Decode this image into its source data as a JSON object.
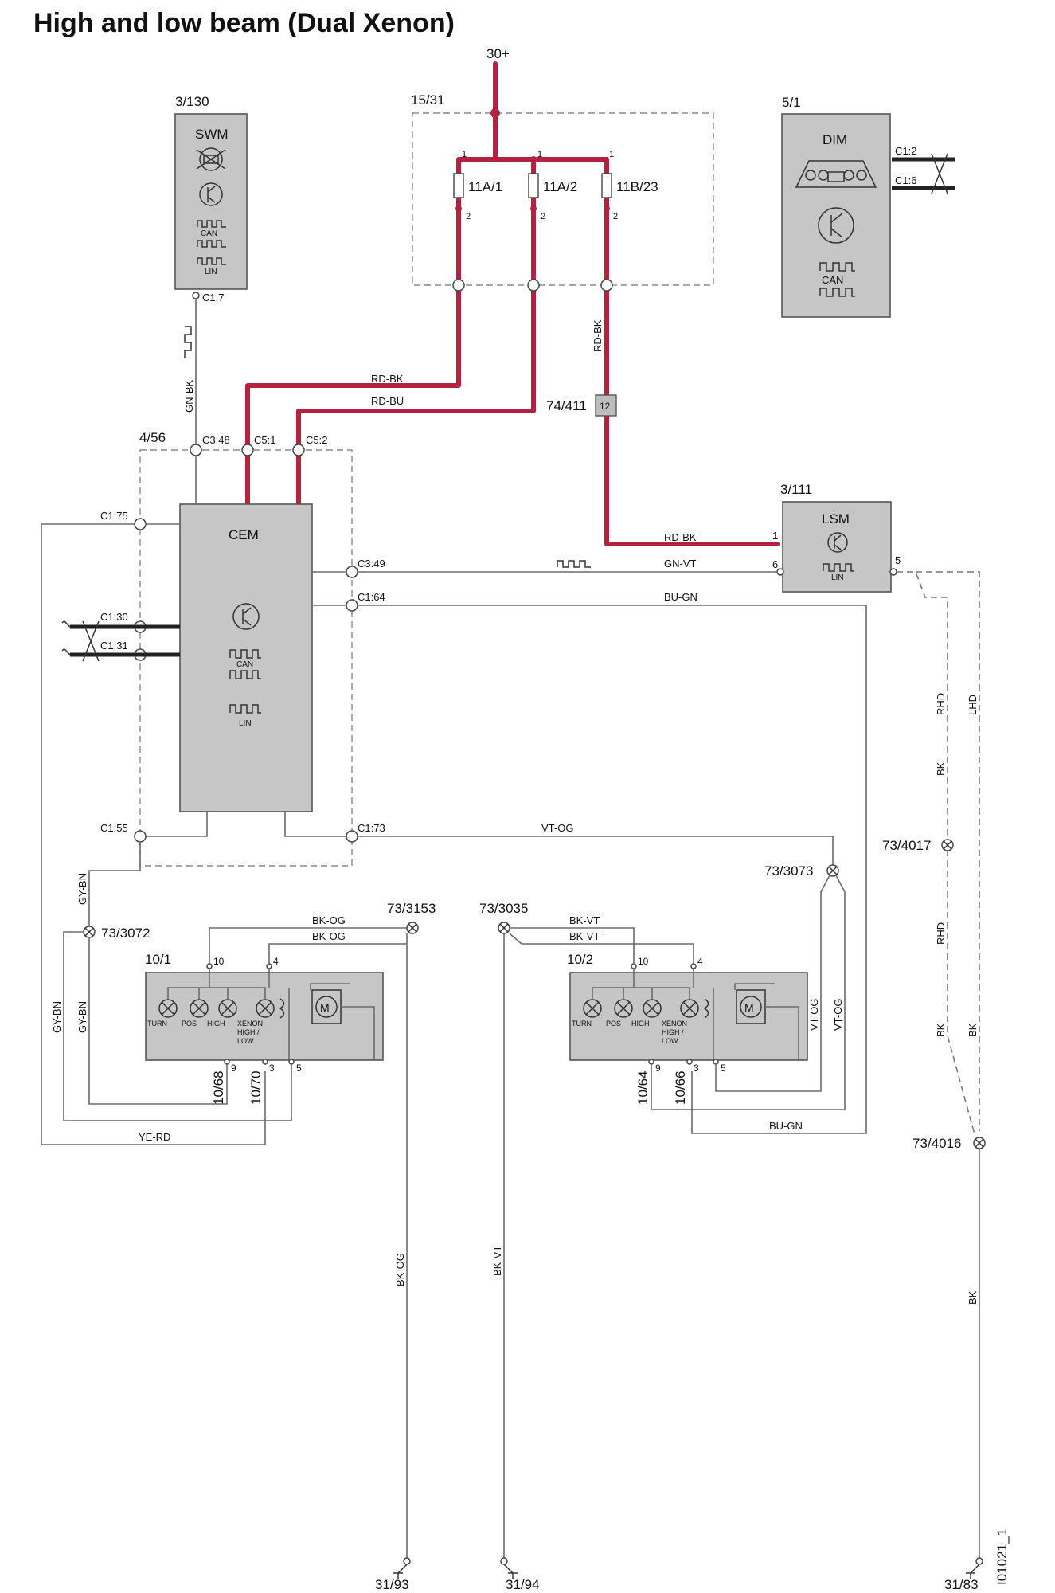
{
  "title": "High and low beam (Dual Xenon)",
  "supply": "30+",
  "modules": {
    "swm": {
      "ref": "3/130",
      "name": "SWM",
      "can": "CAN",
      "lin": "LIN",
      "pin": "C1:7"
    },
    "dim": {
      "ref": "5/1",
      "name": "DIM",
      "can": "CAN",
      "pin1": "C1:2",
      "pin2": "C1:6"
    },
    "cem": {
      "ref": "4/56",
      "name": "CEM",
      "can": "CAN",
      "lin": "LIN",
      "pins": {
        "c348": "C3:48",
        "c51": "C5:1",
        "c52": "C5:2",
        "c175": "C1:75",
        "c130": "C1:30",
        "c131": "C1:31",
        "c349": "C3:49",
        "c164": "C1:64",
        "c155": "C1:55",
        "c173": "C1:73"
      }
    },
    "lsm": {
      "ref": "3/111",
      "name": "LSM",
      "lin": "LIN",
      "pin1": "1",
      "pin6": "6",
      "pin5": "5"
    },
    "fusebox": {
      "ref": "15/31",
      "fuses": [
        "11A/1",
        "11A/2",
        "11B/23"
      ],
      "pin_top": "1",
      "pin_bottom": "2"
    },
    "connector": {
      "ref": "74/411",
      "pin": "12"
    }
  },
  "lamps": {
    "left": {
      "ref": "10/1",
      "pins": [
        "10",
        "4",
        "9",
        "3",
        "5"
      ],
      "labels": [
        "TURN",
        "POS",
        "HIGH",
        "XENON",
        "HIGH /",
        "LOW"
      ],
      "motor": "M"
    },
    "right": {
      "ref": "10/2",
      "pins": [
        "10",
        "4",
        "9",
        "3",
        "5"
      ],
      "labels": [
        "TURN",
        "POS",
        "HIGH",
        "XENON",
        "HIGH /",
        "LOW"
      ],
      "motor": "M"
    }
  },
  "wires": {
    "rd_bk": "RD-BK",
    "rd_bu": "RD-BU",
    "gn_bk": "GN-BK",
    "gn_vt": "GN-VT",
    "bu_gn": "BU-GN",
    "vt_og": "VT-OG",
    "gy_bn": "GY-BN",
    "bk_og": "BK-OG",
    "bk_vt": "BK-VT",
    "ye_rd": "YE-RD",
    "bk": "BK",
    "rhd": "RHD",
    "lhd": "LHD"
  },
  "splices": {
    "s3153": "73/3153",
    "s3035": "73/3035",
    "s3072": "73/3072",
    "s3073": "73/3073",
    "s4017": "73/4017",
    "s4016": "73/4016"
  },
  "refs": {
    "r1068": "10/68",
    "r1070": "10/70",
    "r1064": "10/64",
    "r1066": "10/66"
  },
  "grounds": {
    "g93": "31/93",
    "g94": "31/94",
    "g83": "31/83"
  },
  "figure_id": "I01021_1"
}
